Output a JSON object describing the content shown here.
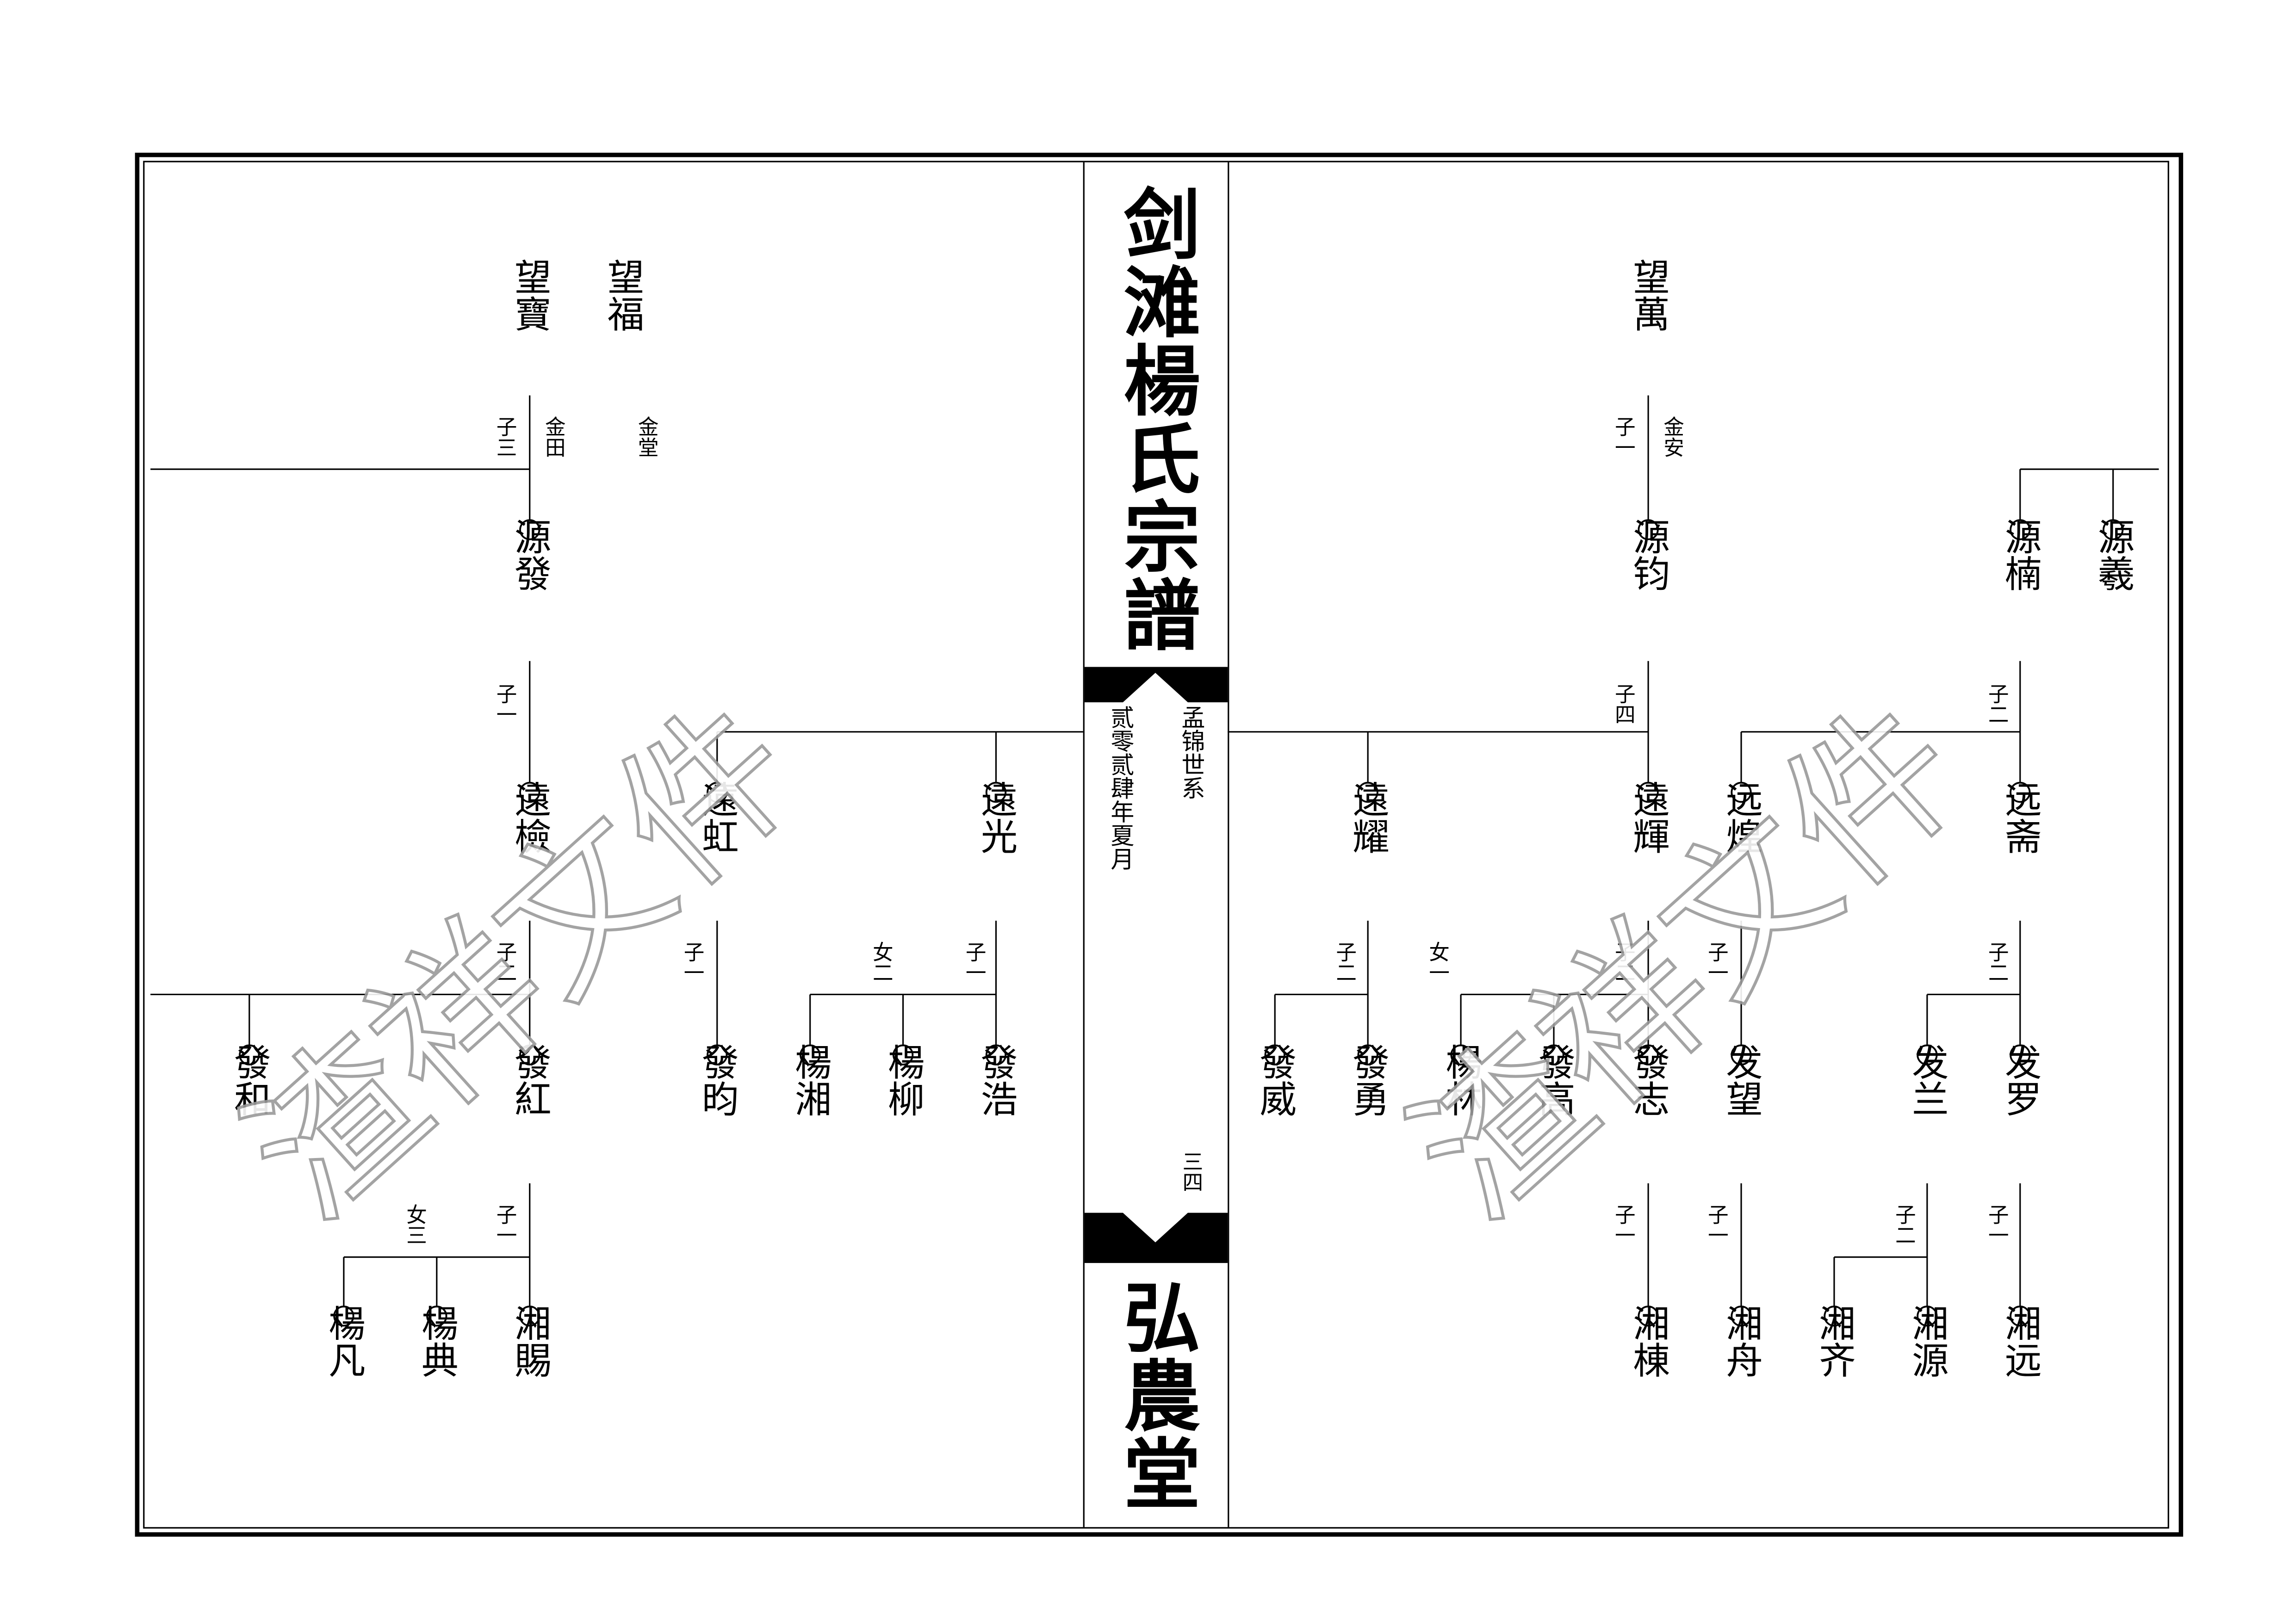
{
  "colors": {
    "ink": "#000000",
    "paper": "#ffffff",
    "watermark": "#9a9a9a"
  },
  "spine": {
    "title": "剑滩楊氏宗譜",
    "hall": "弘農堂",
    "lineage": "孟锦世系",
    "date": "贰零贰肆年夏月",
    "page": "三四"
  },
  "watermark": {
    "text": "渣祥文件"
  },
  "left": {
    "names": {
      "wangbao": "望寶",
      "wangfu": "望福",
      "yuanfa": "源發",
      "yuanjian": "遠檢",
      "yuanhong": "遠虹",
      "yuanguang": "遠光",
      "fahe": "發和",
      "fahong": "發紅",
      "fayun": "發昀",
      "yangxiang": "楊湘",
      "yangliu": "楊柳",
      "fahao": "發浩",
      "yangfan": "楊凡",
      "yangdian": "楊典",
      "xiangci": "湘賜"
    },
    "notes": {
      "zi_san": "子三",
      "jintian": "金田",
      "jintang": "金堂",
      "zi_yi_a": "子一",
      "zi_er": "子二",
      "zi_yi_b": "子一",
      "nv_er": "女二",
      "zi_yi_c": "子一",
      "nv_san": "女三",
      "zi_yi_d": "子一"
    }
  },
  "right": {
    "names": {
      "wangwan": "望萬",
      "yuanjun": "源钧",
      "yuannan": "源楠",
      "yuanyi": "源羲",
      "yuanyao": "遠耀",
      "yuanhui": "遠輝",
      "yuanhuang": "远煌",
      "yuanzhai": "远斋",
      "fawei": "發威",
      "fayong": "發勇",
      "yanglin": "楊林",
      "fagao": "發高",
      "fazhi": "發志",
      "fawang": "发望",
      "falan": "发兰",
      "faluo": "发罗",
      "xiangdong": "湘棟",
      "xiangzhou": "湘舟",
      "xiangqi": "湘齐",
      "xiangyuan": "湘源",
      "xiangyuan2": "湘远"
    },
    "notes": {
      "zi_yi_a": "子一",
      "jinan": "金安",
      "zi_si": "子四",
      "zi_er_a": "子二",
      "zi_er_b": "子二",
      "nv_yi": "女一",
      "zi_er_c": "子二",
      "zi_yi_b": "子一",
      "zi_er_d": "子二",
      "zi_yi_c": "子一",
      "zi_yi_d": "子一",
      "zi_er_e": "子二",
      "zi_yi_e": "子一"
    }
  }
}
